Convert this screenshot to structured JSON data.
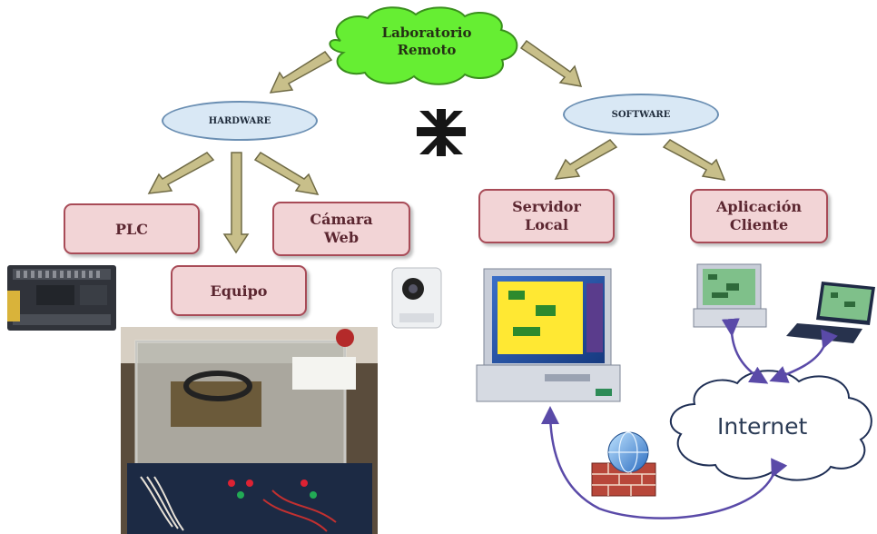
{
  "diagram": {
    "root": {
      "label_line1": "Laboratorio",
      "label_line2": "Remoto"
    },
    "hardware": {
      "label": "HARDWARE"
    },
    "software": {
      "label": "SOFTWARE"
    },
    "plc": {
      "label": "PLC"
    },
    "equipo": {
      "label": "Equipo"
    },
    "camara": {
      "label_line1": "Cámara",
      "label_line2": "Web"
    },
    "servidor": {
      "label_line1": "Servidor",
      "label_line2": "Local"
    },
    "aplicacion": {
      "label_line1": "Aplicación",
      "label_line2": "Cliente"
    },
    "internet": {
      "label": "Internet"
    }
  },
  "colors": {
    "cloud_fill": "#66ee33",
    "box_fill": "#f2d4d6",
    "box_border": "#a84b57",
    "ellipse_fill": "#d9e8f5",
    "arrow_fill": "#c8bf8a",
    "network_line": "#5a4aa8"
  }
}
